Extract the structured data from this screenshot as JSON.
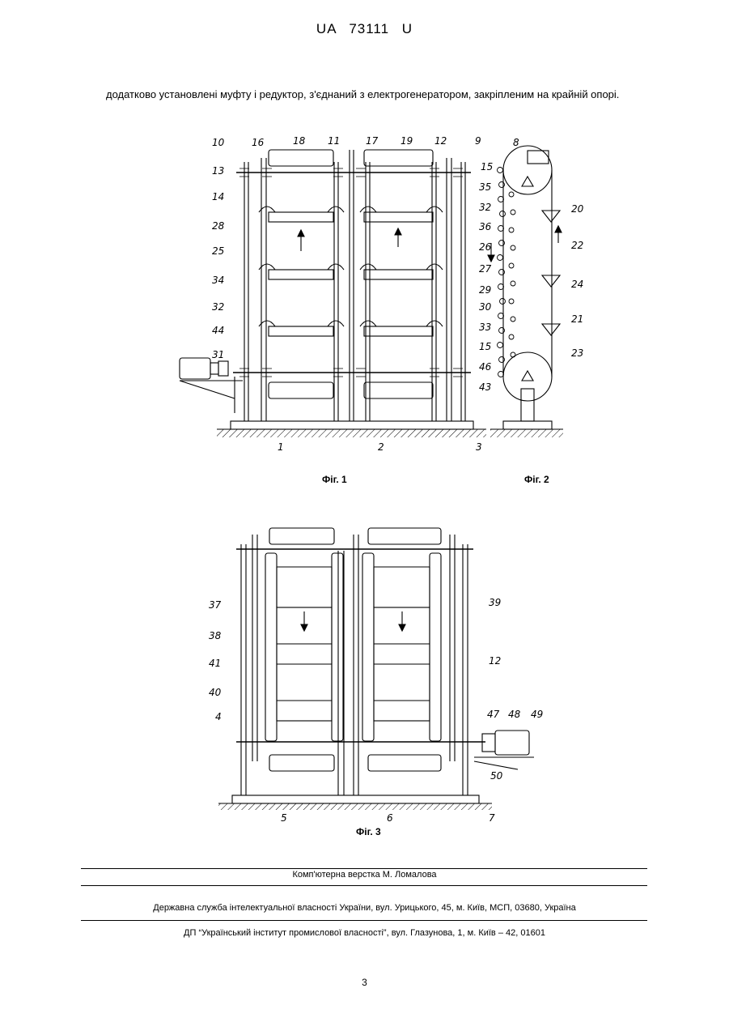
{
  "header": {
    "title": "UA 73111 U"
  },
  "paragraph": "додатково установлені муфту і редуктор, з'єднаний з електрогенератором, закріпленим на крайній опорі.",
  "figures": {
    "fig1_caption": "Фіг. 1",
    "fig2_caption": "Фіг. 2",
    "fig3_caption": "Фіг. 3",
    "fig1_labels": [
      "10",
      "16",
      "18",
      "11",
      "17",
      "19",
      "12",
      "9",
      "13",
      "15",
      "35",
      "14",
      "32",
      "28",
      "36",
      "25",
      "26",
      "27",
      "34",
      "29",
      "32",
      "30",
      "44",
      "33",
      "31",
      "15",
      "46",
      "43",
      "1",
      "2",
      "3"
    ],
    "fig2_labels": [
      "8",
      "20",
      "22",
      "24",
      "21",
      "23"
    ],
    "fig3_labels": [
      "37",
      "39",
      "38",
      "41",
      "12",
      "40",
      "4",
      "47",
      "48",
      "49",
      "50",
      "5",
      "6",
      "7"
    ]
  },
  "footer": {
    "layout_credit": "Комп'ютерна верстка М. Ломалова",
    "office": "Державна служба інтелектуальної власності України, вул. Урицького, 45, м. Київ, МСП, 03680, Україна",
    "institute": "ДП “Український інститут промислової власності”, вул. Глазунова, 1, м. Київ – 42, 01601",
    "page_number": "3"
  }
}
